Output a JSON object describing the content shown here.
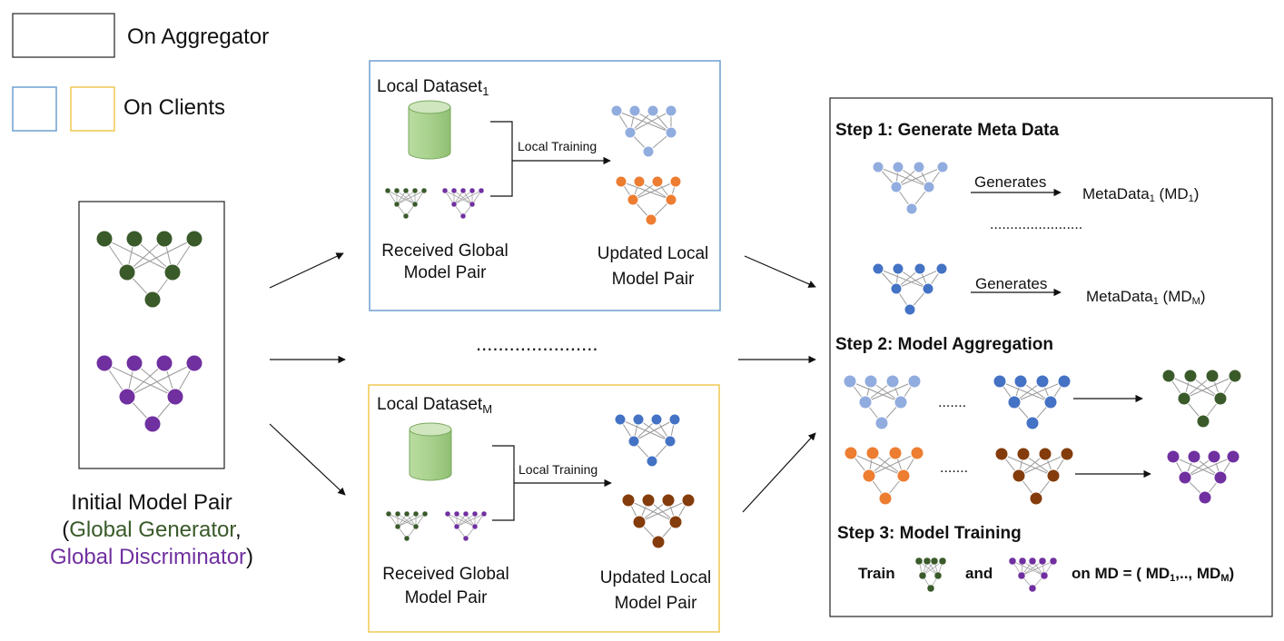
{
  "legend": {
    "aggregator_label": "On Aggregator",
    "clients_label": "On Clients"
  },
  "initial": {
    "title": "Initial Model Pair",
    "generator_label": "Global Generator",
    "discriminator_label": "Global Discriminator",
    "open_paren": "(",
    "comma": ",",
    "close_paren": ")"
  },
  "client_1": {
    "dataset_label": "Local Dataset",
    "dataset_sub": "1",
    "training_label": "Local Training",
    "received_line1": "Received Global",
    "received_line2": "Model Pair",
    "updated_line1": "Updated Local",
    "updated_line2": "Model Pair"
  },
  "client_m": {
    "dataset_label": "Local Dataset",
    "dataset_sub": "M",
    "training_label": "Local Training",
    "received_line1": "Received Global",
    "received_line2": "Model Pair",
    "updated_line1": "Updated Local",
    "updated_line2": "Model Pair"
  },
  "between_clients_dots": "......................",
  "aggregator": {
    "step1_title": "Step 1: Generate Meta Data",
    "generates_label": "Generates",
    "metadata_1": {
      "prefix": "MetaData",
      "sub": "1",
      "paren_open": " (MD",
      "paren_sub": "1",
      "paren_close": ")"
    },
    "metadata_m": {
      "prefix": "MetaData",
      "sub": "1",
      "paren_open": " (MD",
      "paren_sub": "M",
      "paren_close": ")"
    },
    "step1_dots": ".......................",
    "step2_title": "Step 2: Model Aggregation",
    "step2_dots": ".......",
    "step3_title": "Step 3: Model Training",
    "train_label": "Train",
    "and_label": "and",
    "on_md_prefix": "on MD = ( MD",
    "on_md_sub1": "1",
    "on_md_mid": ",.., MD",
    "on_md_subm": "M",
    "on_md_close": ")"
  },
  "colors": {
    "global_green": "#3a5a2a",
    "global_purple": "#7030a0",
    "light_blue": "#91acde",
    "mid_blue": "#4472c4",
    "orange": "#ed7d31",
    "brown": "#843c0c",
    "client_blue_border": "#6f9fd0",
    "client_yellow_border": "#f0c850",
    "db_fill": "#a9d18e"
  }
}
